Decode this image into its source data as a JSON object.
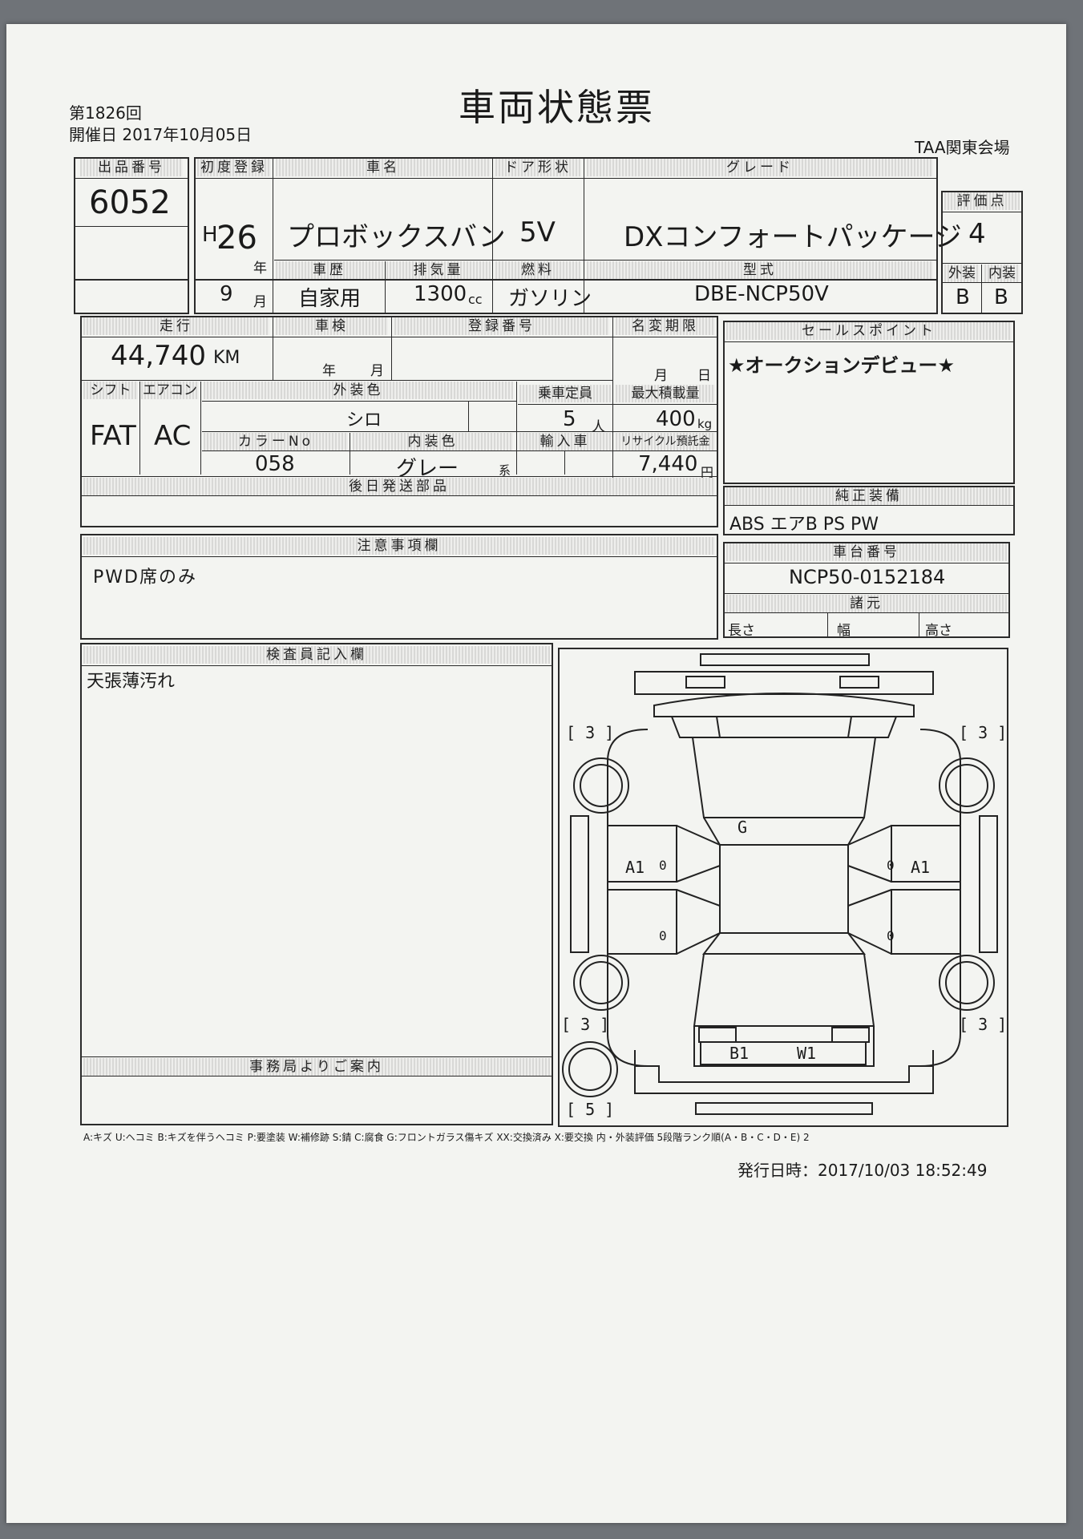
{
  "doc": {
    "title": "車両状態票",
    "session": "第1826回",
    "date": "開催日 2017年10月05日",
    "venue": "TAA関東会場",
    "issued": "発行日時：2017/10/03 18:52:49"
  },
  "labels": {
    "lot_no": "出品番号",
    "first_reg": "初度登録",
    "car_name": "車名",
    "door": "ドア形状",
    "grade": "グレード",
    "score": "評価点",
    "history": "車歴",
    "displacement": "排気量",
    "fuel": "燃料",
    "model_code": "型式",
    "exterior": "外装",
    "interior": "内装",
    "mileage": "走行",
    "inspection": "車検",
    "reg_no": "登録番号",
    "name_change": "名変期限",
    "sales_points": "セールスポイント",
    "shift": "シフト",
    "aircon": "エアコン",
    "ext_color": "外装色",
    "capacity": "乗車定員",
    "max_load": "最大積載量",
    "color_no": "カラーNo",
    "int_color": "内装色",
    "import": "輸入車",
    "recycle": "リサイクル預託金",
    "later_parts": "後日発送部品",
    "genuine_equip": "純正装備",
    "notes": "注意事項欄",
    "chassis_no": "車台番号",
    "dimensions": "諸元",
    "length": "長さ",
    "width": "幅",
    "height": "高さ",
    "inspector": "検査員記入欄",
    "office": "事務局よりご案内",
    "era_h": "H",
    "unit_year": "年",
    "unit_month": "月",
    "unit_cc": "cc",
    "unit_km": "KM",
    "unit_person": "人",
    "unit_kg": "kg",
    "unit_yen": "円",
    "unit_kei": "系",
    "insp_nen": "年",
    "insp_tsuki": "月",
    "nc_tsuki": "月",
    "nc_hi": "日"
  },
  "values": {
    "lot_no": "6052",
    "first_reg_year": "26",
    "first_reg_month": "9",
    "car_name": "プロボックスバン",
    "door": "5V",
    "grade": "DXコンフォートパッケージ",
    "score": "4",
    "history": "自家用",
    "displacement": "1300",
    "fuel": "ガソリン",
    "model_code": "DBE-NCP50V",
    "exterior": "B",
    "interior": "B",
    "mileage": "44,740",
    "sales_point": "★オークションデビュー★",
    "shift": "FAT",
    "aircon": "AC",
    "ext_color": "シロ",
    "capacity": "5",
    "max_load": "400",
    "color_no": "058",
    "int_color": "グレー",
    "recycle": "7,440",
    "genuine_equip": "ABS エアB PS PW",
    "notes": "PWD席のみ",
    "chassis_no": "NCP50-0152184",
    "inspector_note": "天張薄汚れ"
  },
  "diagram": {
    "marks": [
      "[ 3 ]",
      "[ 3 ]",
      "[ 3 ]",
      "[ 3 ]",
      "[ 5 ]",
      "G",
      "A1",
      "A1",
      "0",
      "0",
      "0",
      "0",
      "B1",
      "W1"
    ]
  },
  "legend": "A:キズ U:ヘコミ B:キズを伴うヘコミ P:要塗装 W:補修跡 S:錆 C:腐食 G:フロントガラス傷キズ XX:交換済み X:要交換 内・外装評価 5段階ランク順(A・B・C・D・E) 2"
}
